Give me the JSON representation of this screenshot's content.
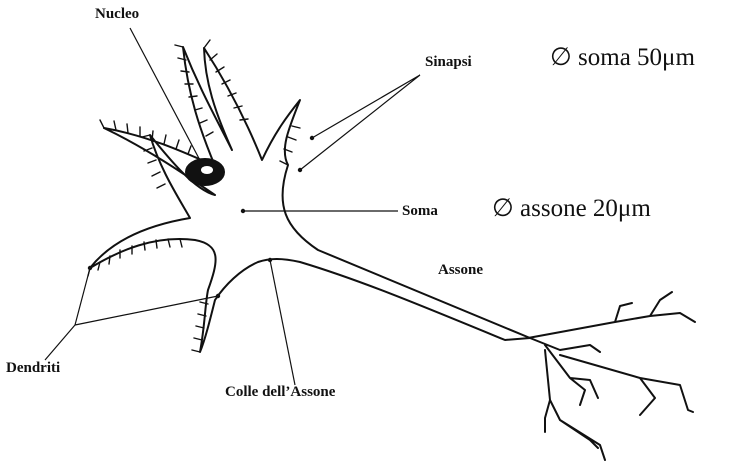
{
  "labels": {
    "nucleo": "Nucleo",
    "sinapsi": "Sinapsi",
    "soma": "Soma",
    "assone": "Assone",
    "dendriti": "Dendriti",
    "colle": "Colle dell’Assone",
    "soma_diameter": "∅ soma 50μm",
    "assone_diameter": "∅ assone 20μm"
  },
  "colors": {
    "ink": "#111111",
    "background": "#ffffff"
  }
}
